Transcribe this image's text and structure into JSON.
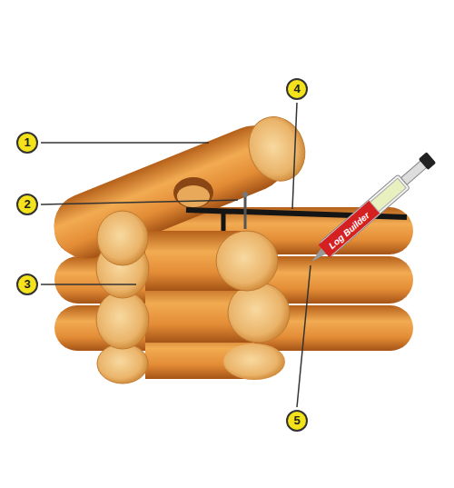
{
  "diagram": {
    "labels": [
      "1",
      "2",
      "3",
      "4",
      "5",
      "Log Builder"
    ]
  }
}
